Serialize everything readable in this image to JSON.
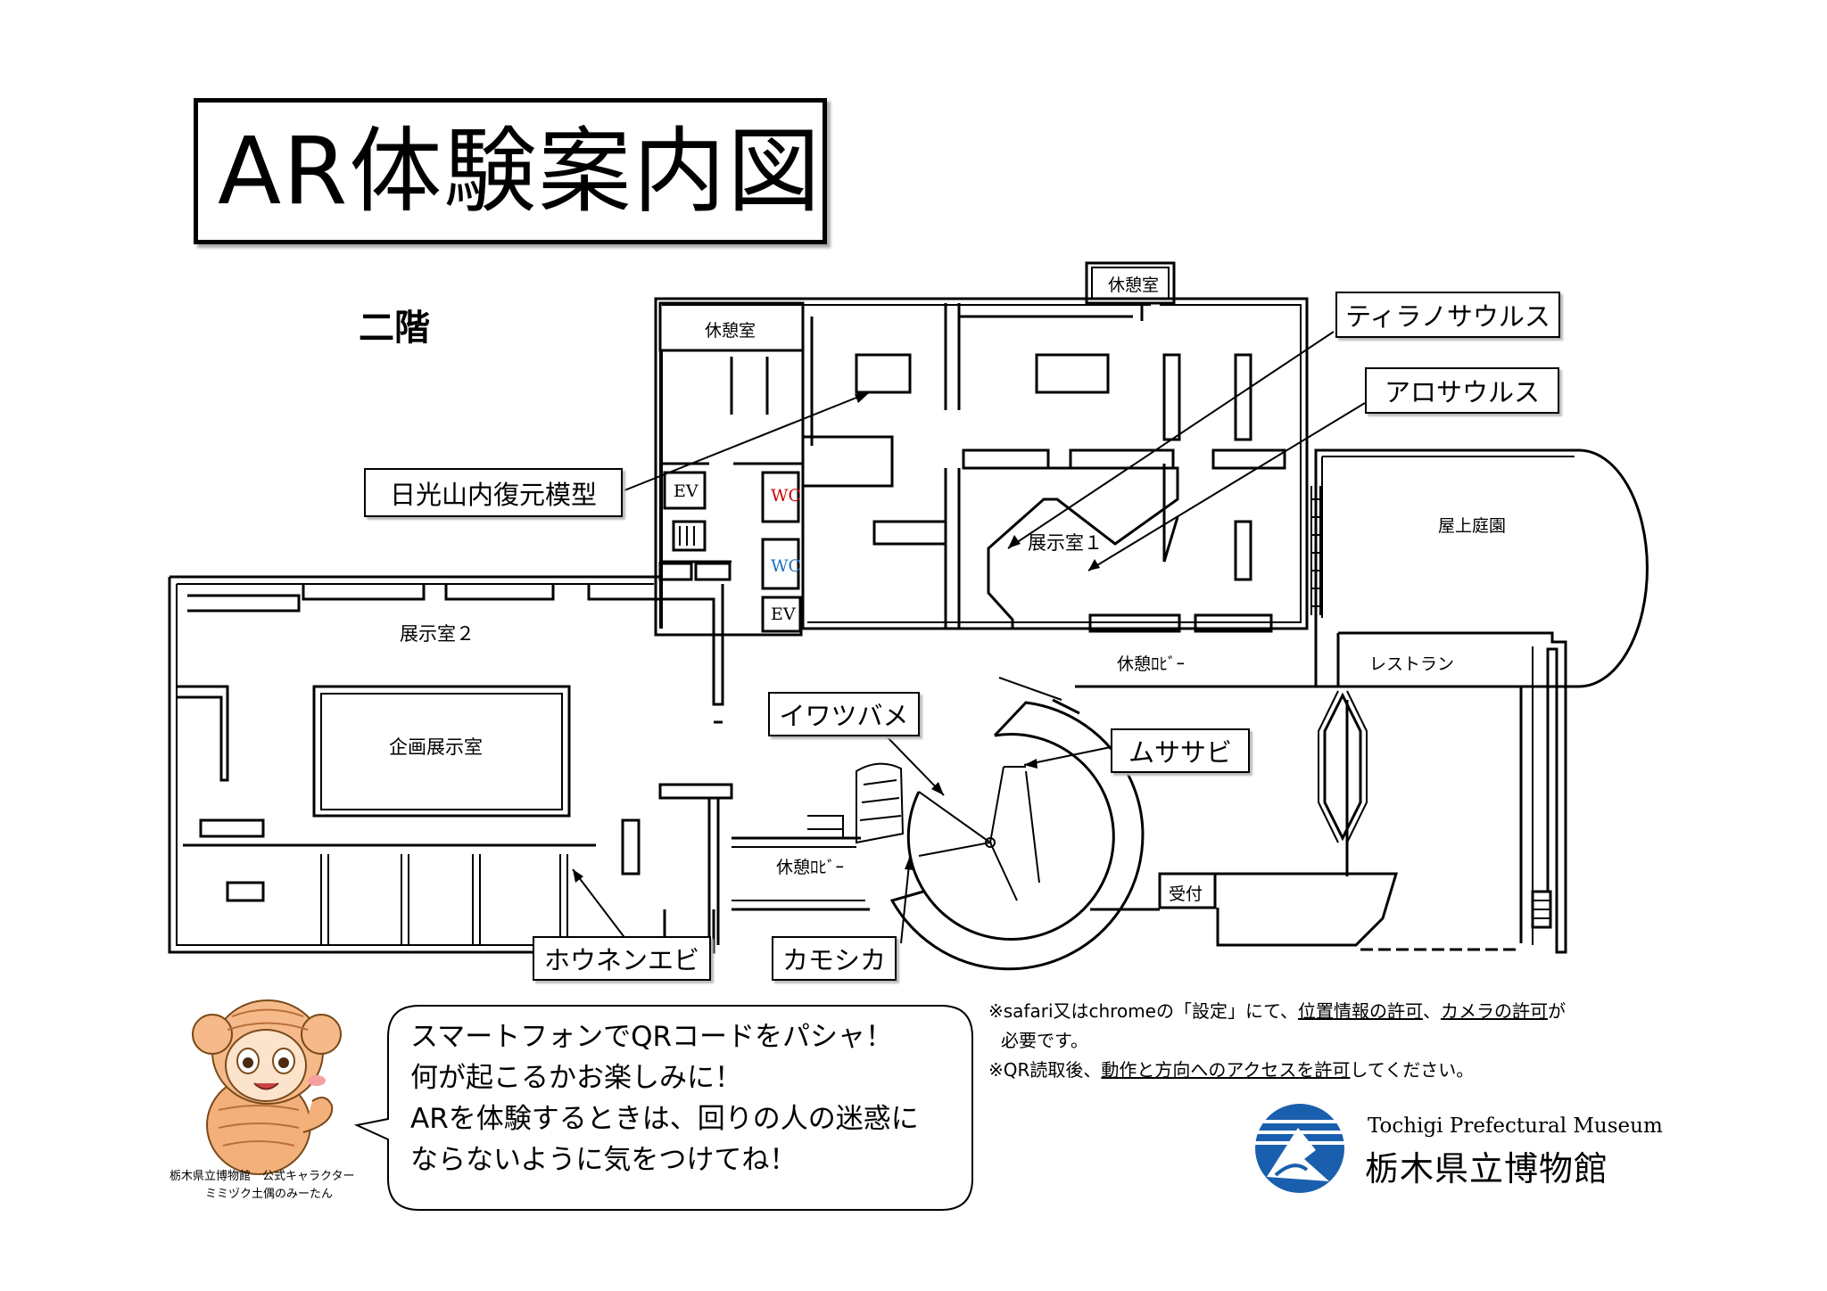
{
  "title": "AR体験案内図",
  "floor": "二階",
  "rooms": {
    "rest_room_top_right": "休憩室",
    "rest_room_top_left": "休憩室",
    "ev_top": "EV",
    "wc_red": "WC",
    "wc_blue": "WC",
    "ev_bottom": "EV",
    "exhibit1": "展示室１",
    "exhibit2": "展示室２",
    "special_exhibit": "企画展示室",
    "rooftop_garden": "屋上庭園",
    "rest_lobby_1": "休憩ﾛﾋﾞｰ",
    "rest_lobby_2": "休憩ﾛﾋﾞｰ",
    "restaurant": "レストラン",
    "reception": "受付"
  },
  "callouts": {
    "nikko": "日光山内復元模型",
    "tyrannosaurus": "ティラノサウルス",
    "allosaurus": "アロサウルス",
    "iwatsubame": "イワツバメ",
    "musasabi": "ムササビ",
    "hounen_ebi": "ホウネンエビ",
    "kamoshika": "カモシカ"
  },
  "bubble": {
    "line1": "スマートフォンでQRコードをパシャ！",
    "line2": "何が起こるかお楽しみに！",
    "line3": "ARを体験するときは、回りの人の迷惑に",
    "line4": "ならないように気をつけてね！"
  },
  "notes": {
    "prefix": "※safari又はchromeの「設定」にて、",
    "loc_perm": "位置情報の許可",
    "sep": "、",
    "cam_perm": "カメラの許可",
    "suffix": "が",
    "line2": "必要です。",
    "line3_prefix": "※QR読取後、",
    "motion_perm": "動作と方向へのアクセスを許可",
    "line3_suffix": "してください。"
  },
  "character_caption": {
    "line1": "栃木県立博物館　公式キャラクター",
    "line2": "ミミヅク土偶のみーたん"
  },
  "logo": {
    "english": "Tochigi Prefectural Museum",
    "japanese": "栃木県立博物館",
    "icon": "museum-logo-icon"
  },
  "colors": {
    "wc_red": "#cc0000",
    "wc_blue": "#1f6fc0",
    "logo_blue": "#1a5fae"
  }
}
